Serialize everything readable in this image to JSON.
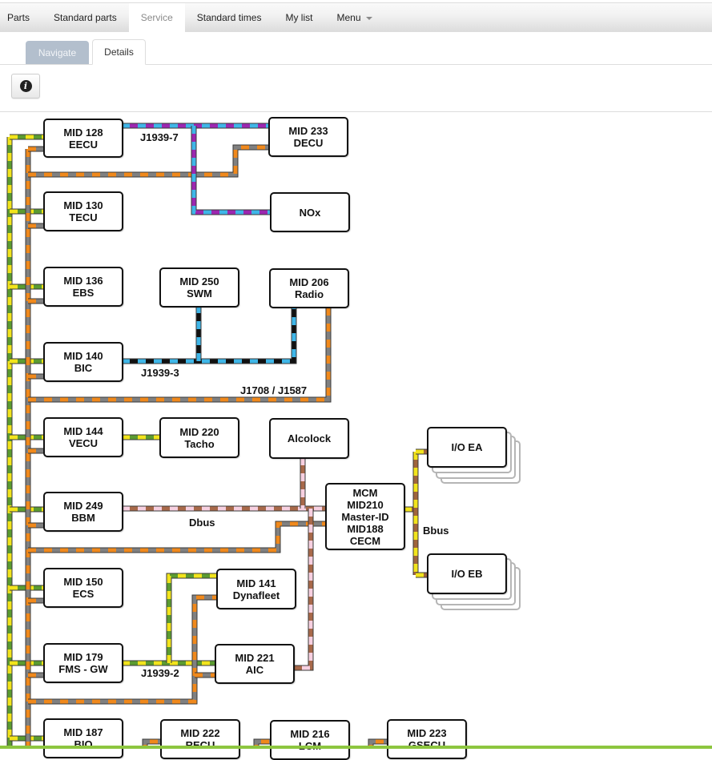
{
  "topnav": {
    "tabs": [
      {
        "label": "Parts",
        "active": false
      },
      {
        "label": "Standard parts",
        "active": false
      },
      {
        "label": "Service",
        "active": true
      },
      {
        "label": "Standard times",
        "active": false
      },
      {
        "label": "My list",
        "active": false
      },
      {
        "label": "Menu",
        "active": false,
        "dropdown_icon": "caret-down-icon"
      }
    ]
  },
  "subtabs": [
    {
      "label": "Navigate",
      "active": false
    },
    {
      "label": "Details",
      "active": true
    }
  ],
  "toolbar": {
    "info_button": {
      "icon": "info-circle-icon",
      "glyph": "i"
    }
  },
  "diagram": {
    "buses": {
      "gy": {
        "name": "J1939 (green/yellow)",
        "colors": [
          "#5b9b30",
          "#f2e41c"
        ]
      },
      "og": {
        "name": "J1708 / J1587 (gray/orange)",
        "colors": [
          "#808080",
          "#f0891c"
        ]
      },
      "pb": {
        "name": "J1939-7 (purple/blue)",
        "colors": [
          "#9c27b0",
          "#3fb6e8"
        ]
      },
      "kb": {
        "name": "J1939-3 (black/blue)",
        "colors": [
          "#111111",
          "#3fb6e8"
        ]
      },
      "bp": {
        "name": "Dbus (brown/pink)",
        "colors": [
          "#a8694a",
          "#f7d0e0"
        ]
      },
      "yb": {
        "name": "Bbus (brown/yellow)",
        "colors": [
          "#a0653c",
          "#f2e41c"
        ]
      }
    },
    "bus_labels": {
      "j1939_7": "J1939-7",
      "j1939_3": "J1939-3",
      "j1708": "J1708 / J1587",
      "dbus": "Dbus",
      "bbus": "Bbus",
      "j1939_2": "J1939-2"
    },
    "nodes": {
      "eecu": [
        "MID 128",
        "EECU"
      ],
      "decu": [
        "MID 233",
        "DECU"
      ],
      "nox": [
        "NOx"
      ],
      "tecu": [
        "MID 130",
        "TECU"
      ],
      "ebs": [
        "MID 136",
        "EBS"
      ],
      "swm": [
        "MID 250",
        "SWM"
      ],
      "radio": [
        "MID 206",
        "Radio"
      ],
      "bic": [
        "MID 140",
        "BIC"
      ],
      "vecu": [
        "MID 144",
        "VECU"
      ],
      "tacho": [
        "MID 220",
        "Tacho"
      ],
      "alcolock": [
        "Alcolock"
      ],
      "bbm": [
        "MID 249",
        "BBM"
      ],
      "mcm": [
        "MCM",
        "MID210",
        "Master-ID",
        "MID188",
        "CECM"
      ],
      "io_ea": [
        "I/O EA"
      ],
      "io_eb": [
        "I/O EB"
      ],
      "ecs": [
        "MID 150",
        "ECS"
      ],
      "dynafleet": [
        "MID 141",
        "Dynafleet"
      ],
      "fms_gw": [
        "MID 179",
        "FMS - GW"
      ],
      "aic": [
        "MID 221",
        "AIC"
      ],
      "bio": [
        "MID 187",
        "BIO"
      ],
      "recu": [
        "MID 222",
        "RECU"
      ],
      "lcm": [
        "MID 216",
        "LCM"
      ],
      "gsecu": [
        "MID 223",
        "GSECU"
      ]
    }
  },
  "colors": {
    "active_tab_text": "#8a8a8a",
    "navigate_tab_bg": "#b3bfcd",
    "status_bar": "#8dc63f"
  }
}
